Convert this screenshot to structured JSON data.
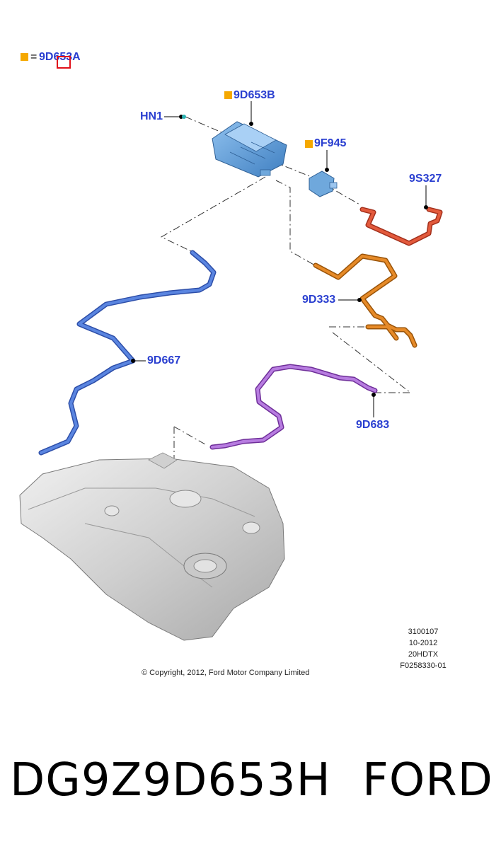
{
  "legend": {
    "equals": "=",
    "code": "9D653A"
  },
  "callouts": {
    "c_9d653b": "9D653B",
    "c_hn1": "HN1",
    "c_9f945": "9F945",
    "c_9s327": "9S327",
    "c_9d333": "9D333",
    "c_9d667": "9D667",
    "c_9d683": "9D683"
  },
  "meta": {
    "line1": "3100107",
    "line2": "10-2012",
    "line3": "20HDTX",
    "line4": "F0258330-01"
  },
  "copyright": "© Copyright, 2012, Ford Motor Company Limited",
  "footer": {
    "part_number": "DG9Z9D653H",
    "brand": "FORD"
  },
  "colors": {
    "callout_text": "#2a3fd0",
    "legend_marker": "#f5a800",
    "canister": "#5b9bd5",
    "hose_red": "#d9462b",
    "hose_orange": "#d9801f",
    "hose_blue": "#4a74d4",
    "hose_purple": "#a05cc8",
    "tank": "#d8d8d8"
  }
}
